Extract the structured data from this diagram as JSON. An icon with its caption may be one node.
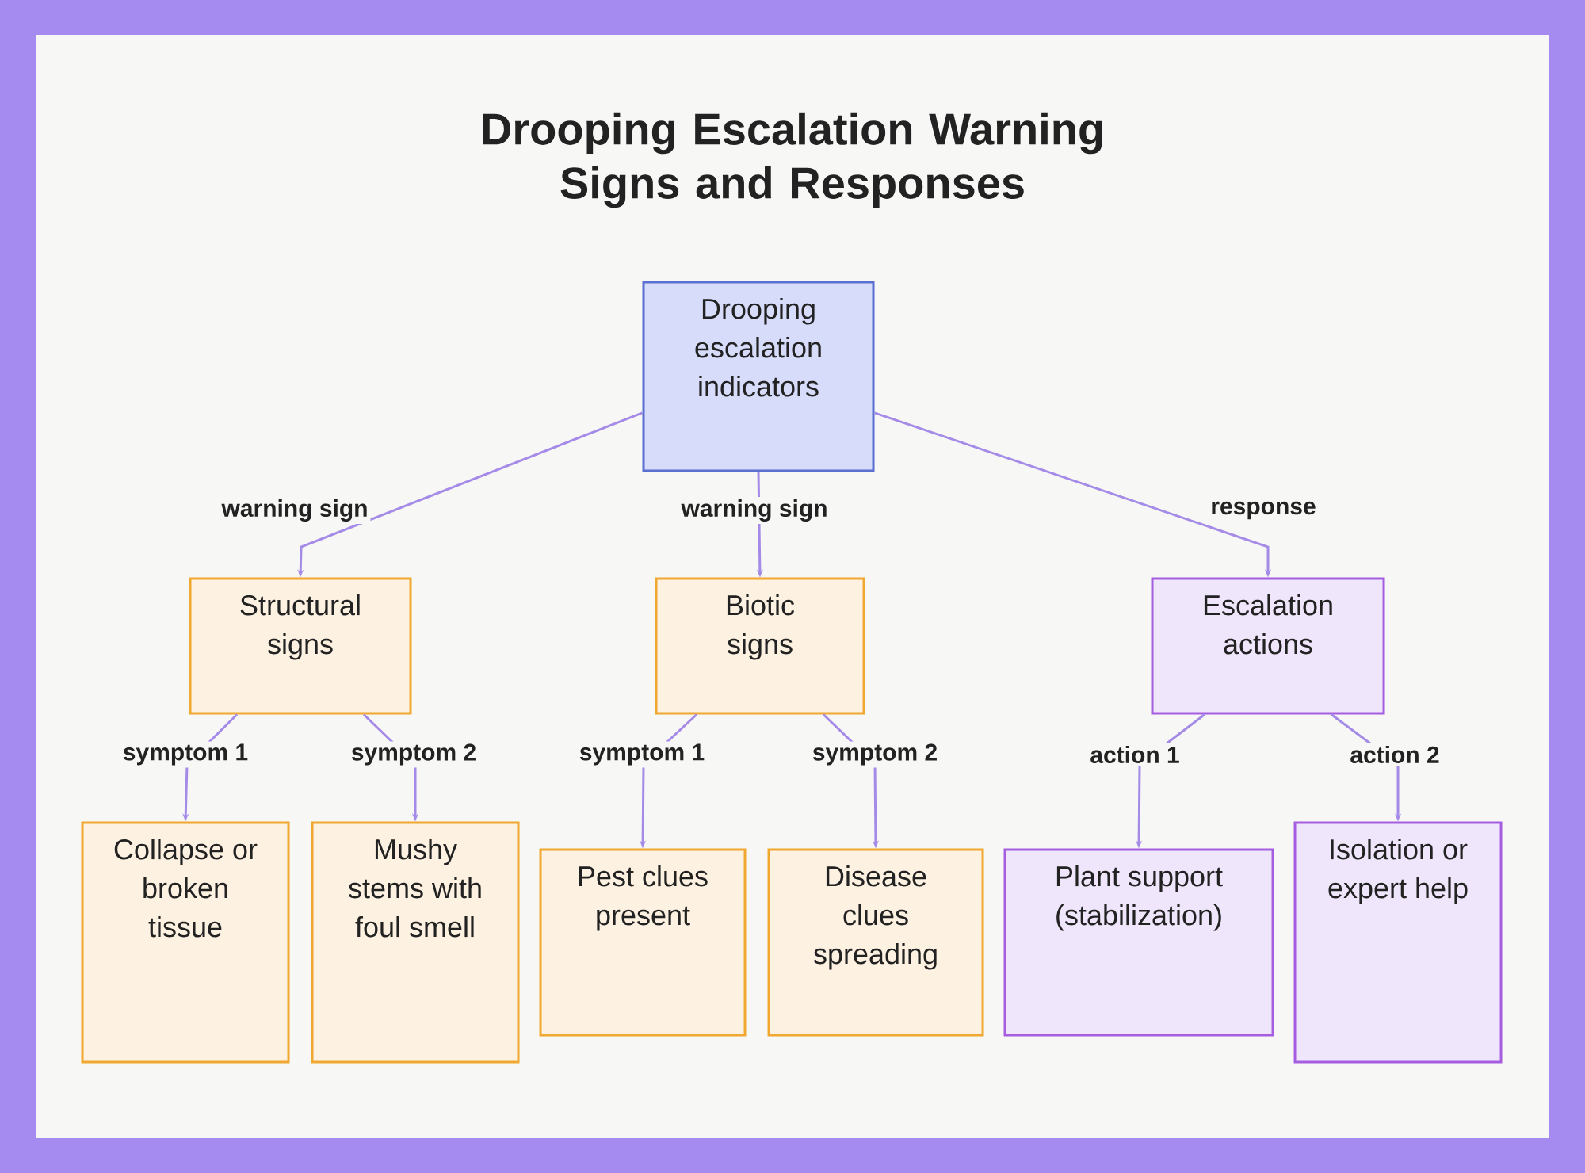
{
  "diagram": {
    "title": "Drooping Escalation Warning Signs and Responses",
    "nodes": [
      {
        "text": [
          "Drooping escalation indicators"
        ]
      },
      {
        "text": [
          "Structural signs"
        ]
      },
      {
        "text": [
          "Biotic signs"
        ]
      },
      {
        "text": [
          "Escalation actions"
        ]
      },
      {
        "text": [
          "Collapse or broken tissue"
        ]
      },
      {
        "text": [
          "Mushy stems with foul smell"
        ]
      },
      {
        "text": [
          "Pest clues present"
        ]
      },
      {
        "text": [
          "Disease clues spreading"
        ]
      },
      {
        "text": [
          "Plant support (stabilization)"
        ]
      },
      {
        "text": [
          "Isolation or expert help"
        ]
      }
    ],
    "edges": [
      {
        "from": 0,
        "to": 1,
        "arrow": "to",
        "label": "warning sign"
      },
      {
        "from": 0,
        "to": 2,
        "arrow": "to",
        "label": "warning sign"
      },
      {
        "from": 0,
        "to": 3,
        "arrow": "to",
        "label": "response"
      },
      {
        "from": 1,
        "to": 4,
        "arrow": "to",
        "label": "symptom 1"
      },
      {
        "from": 1,
        "to": 5,
        "arrow": "to",
        "label": "symptom 2"
      },
      {
        "from": 2,
        "to": 6,
        "arrow": "to",
        "label": "symptom 1"
      },
      {
        "from": 2,
        "to": 7,
        "arrow": "to",
        "label": "symptom 2"
      },
      {
        "from": 3,
        "to": 8,
        "arrow": "to",
        "label": "action 1"
      },
      {
        "from": 3,
        "to": 9,
        "arrow": "to",
        "label": "action 2"
      }
    ]
  }
}
